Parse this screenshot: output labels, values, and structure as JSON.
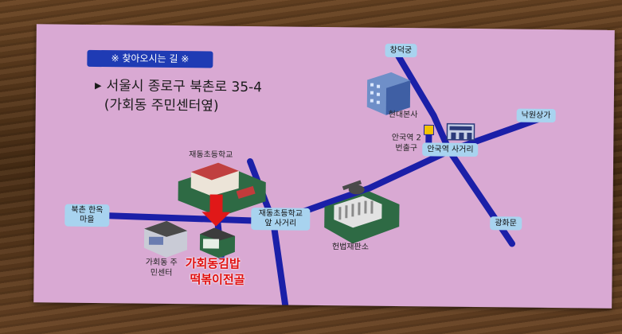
{
  "header": {
    "title": "※ 찾아오시는 길 ※"
  },
  "address": {
    "line1": "서울시 종로구 북촌로 35-4",
    "line2": "(가회동 주민센터옆)"
  },
  "places": {
    "changdeokgung": "창덕궁",
    "hyundai": "현대본사",
    "nakwon": "낙원상가",
    "anguk_exit": "안국역 2번출구",
    "anguk_exit_num": "2",
    "anguk_cross": "안국역 사거리",
    "jaedong_school": "재동초등학교",
    "jaedong_cross": "재동초등학교 앞 사거리",
    "bukchon": "북촌 한옥마을",
    "gwanghwamun": "광화문",
    "court": "헌법재판소",
    "community": "가회동 주민센터",
    "restaurant_line1": "가회동김밥",
    "restaurant_line2": "떡볶이전골"
  },
  "colors": {
    "card": "#d9a9d3",
    "road": "#1b1fa8",
    "label": "#a8d3ef",
    "highlight": "#e01010",
    "header": "#1f3bb4"
  }
}
